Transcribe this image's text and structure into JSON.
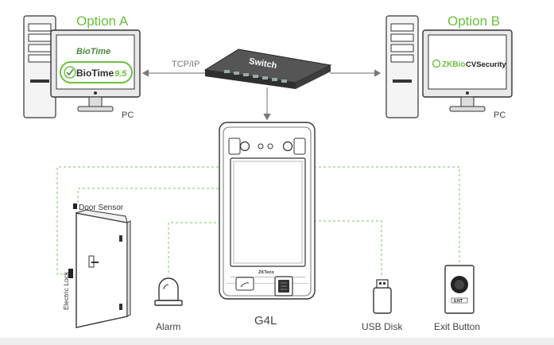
{
  "diagram": {
    "option_a": "Option A",
    "option_b": "Option B",
    "pc_left": "PC",
    "pc_right": "PC",
    "tcp_ip": "TCP/IP",
    "switch": "Switch",
    "biotime_small": "BioTime",
    "biotime_main": "BioTime",
    "biotime_version": "9.5",
    "zkbio": "ZKBio",
    "cvsecurity": "CVSecurity",
    "device_brand": "ZKTeco",
    "door_sensor": "Door Sensor",
    "electric_lock": "Electric Lock",
    "alarm": "Alarm",
    "device": "G4L",
    "usb_disk": "USB Disk",
    "exit_button": "Exit Button",
    "exit_label": "EXIT",
    "colors": {
      "option_green": "#6cbf3e",
      "dashed_green": "#7cc36a",
      "line_gray": "#777777",
      "outline": "#333333"
    }
  }
}
